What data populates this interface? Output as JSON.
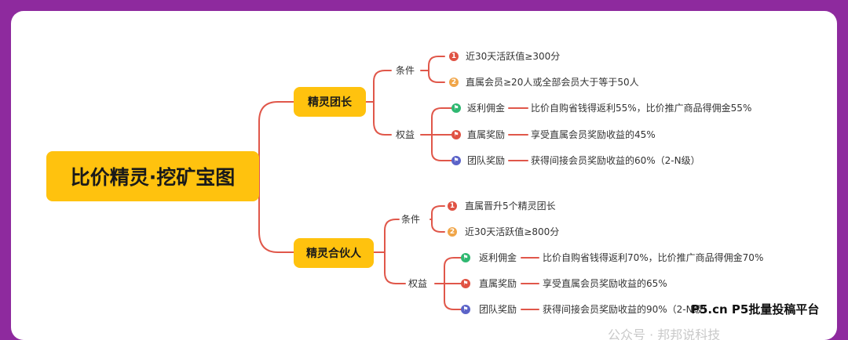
{
  "title": "比价精灵·挖矿宝图",
  "branches": [
    {
      "label": "精灵团长",
      "conditions": {
        "label": "条件",
        "items": [
          {
            "num": "1",
            "text": "近30天活跃值≥300分"
          },
          {
            "num": "2",
            "text": "直属会员≥20人或全部会员大于等于50人"
          }
        ]
      },
      "benefits": {
        "label": "权益",
        "items": [
          {
            "name": "返利佣金",
            "desc": "比价自购省钱得返利55%，比价推广商品得佣金55%"
          },
          {
            "name": "直属奖励",
            "desc": "享受直属会员奖励收益的45%"
          },
          {
            "name": "团队奖励",
            "desc": "获得间接会员奖励收益的60%（2-N级）"
          }
        ]
      }
    },
    {
      "label": "精灵合伙人",
      "conditions": {
        "label": "条件",
        "items": [
          {
            "num": "1",
            "text": "直属晋升5个精灵团长"
          },
          {
            "num": "2",
            "text": "近30天活跃值≥800分"
          }
        ]
      },
      "benefits": {
        "label": "权益",
        "items": [
          {
            "name": "返利佣金",
            "desc": "比价自购省钱得返利70%，比价推广商品得佣金70%"
          },
          {
            "name": "直属奖励",
            "desc": "享受直属会员奖励收益的65%"
          },
          {
            "name": "团队奖励",
            "desc": "获得间接会员奖励收益的90%（2-N级）"
          }
        ]
      }
    }
  ],
  "watermark": "P5.cn P5批量投稿平台",
  "watermark_faded": "公众号 · 邦邦说科技",
  "colors": {
    "line": "#e0574a",
    "box": "#ffc20e",
    "frame": "#8e2a9e"
  }
}
